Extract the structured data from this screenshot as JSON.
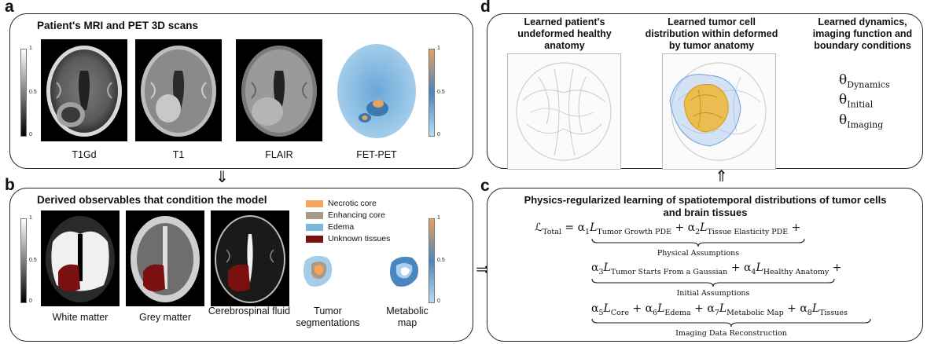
{
  "panel_a": {
    "letter": "a",
    "title": "Patient's MRI and PET 3D scans",
    "scans": [
      {
        "label": "T1Gd"
      },
      {
        "label": "T1"
      },
      {
        "label": "FLAIR"
      },
      {
        "label": "FET-PET"
      }
    ],
    "gray_colorbar": {
      "max": "1",
      "mid": "0.5",
      "min": "0"
    },
    "pet_colorbar": {
      "max": "1",
      "mid": "0.5",
      "min": "0"
    }
  },
  "panel_b": {
    "letter": "b",
    "title": "Derived observables that condition the model",
    "maps": [
      {
        "label": "White matter"
      },
      {
        "label": "Grey matter"
      },
      {
        "label": "Cerebrospinal fluid"
      },
      {
        "label": "Tumor segmentations"
      },
      {
        "label": "Metabolic map"
      }
    ],
    "legend": [
      {
        "label": "Necrotic core",
        "color": "#f5a65b"
      },
      {
        "label": "Enhancing core",
        "color": "#a89a86"
      },
      {
        "label": "Edema",
        "color": "#7bb8dc"
      },
      {
        "label": "Unknown tissues",
        "color": "#7a1010"
      }
    ],
    "gray_colorbar": {
      "max": "1",
      "mid": "0.5",
      "min": "0"
    },
    "metabolic_colorbar": {
      "max": "1",
      "mid": "0.5",
      "min": "0"
    }
  },
  "panel_c": {
    "letter": "c",
    "title_line1": "Physics-regularized learning of spatiotemporal distributions of tumor cells",
    "title_line2": "and brain tissues",
    "loss_name": "Total",
    "terms": {
      "t1": "Tumor Growth PDE",
      "t2": "Tissue Elasticity PDE",
      "t3": "Tumor Starts From a Gaussian",
      "t4": "Healthy Anatomy",
      "t5": "Core",
      "t6": "Edema",
      "t7": "Metabolic Map",
      "t8": "Tissues"
    },
    "groups": [
      {
        "label": "Physical Assumptions"
      },
      {
        "label": "Initial Assumptions"
      },
      {
        "label": "Imaging Data Reconstruction"
      }
    ]
  },
  "panel_d": {
    "letter": "d",
    "col1_title": "Learned patient's undeformed healthy anatomy",
    "col2_title": "Learned tumor cell distribution within deformed by tumor anatomy",
    "col3_title": "Learned dynamics, imaging function and boundary conditions",
    "params": [
      {
        "sub": "Dynamics"
      },
      {
        "sub": "Initial"
      },
      {
        "sub": "Imaging"
      }
    ]
  },
  "colors": {
    "pet_high": "#e8a15a",
    "pet_low": "#8fc0e3",
    "tumor_dark_red": "#7a1010",
    "tumor_3d_yellow": "#f0b429",
    "edema_3d_blue": "#8ab4ea"
  }
}
